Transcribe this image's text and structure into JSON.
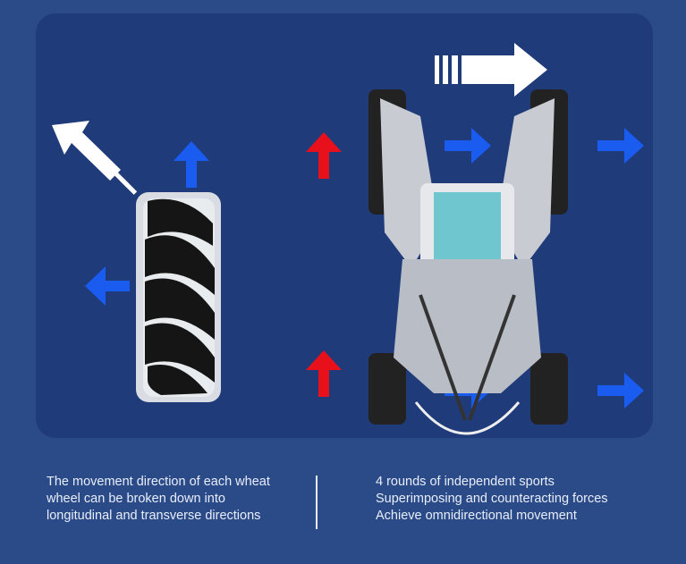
{
  "captions": {
    "left": [
      "The movement direction of each wheat",
      "wheel can be broken down into",
      "longitudinal and transverse directions"
    ],
    "right": [
      "4 rounds of independent sports",
      "Superimposing and counteracting forces",
      "Achieve omnidirectional movement"
    ]
  },
  "colors": {
    "background": "#2b4a88",
    "panel": "#1f3b7a",
    "blue_arrow": "#1a5cf0",
    "red_arrow": "#e8101a",
    "white_arrow": "#ffffff"
  }
}
